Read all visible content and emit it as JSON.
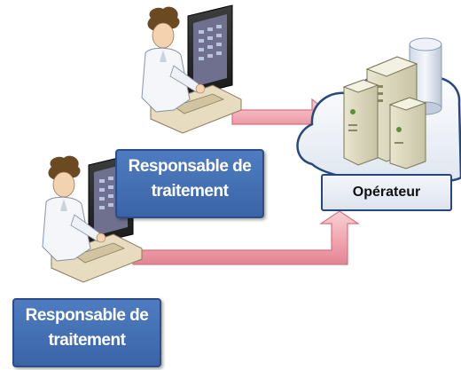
{
  "diagram": {
    "nodes": [
      {
        "id": "controller-top",
        "label_line1": "Responsable de",
        "label_line2": "traitement"
      },
      {
        "id": "controller-bottom",
        "label_line1": "Responsable de",
        "label_line2": "traitement"
      },
      {
        "id": "operator",
        "label": "Opérateur"
      }
    ],
    "edges": [
      {
        "from": "controller-top",
        "to": "operator"
      },
      {
        "from": "controller-bottom",
        "to": "operator"
      }
    ]
  },
  "colors": {
    "label_fill": "#3f6db4",
    "label_border": "#2b4e86",
    "arrow_fill": "#f2b3bb",
    "arrow_edge": "#d9707f",
    "operator_border": "#24477c"
  }
}
